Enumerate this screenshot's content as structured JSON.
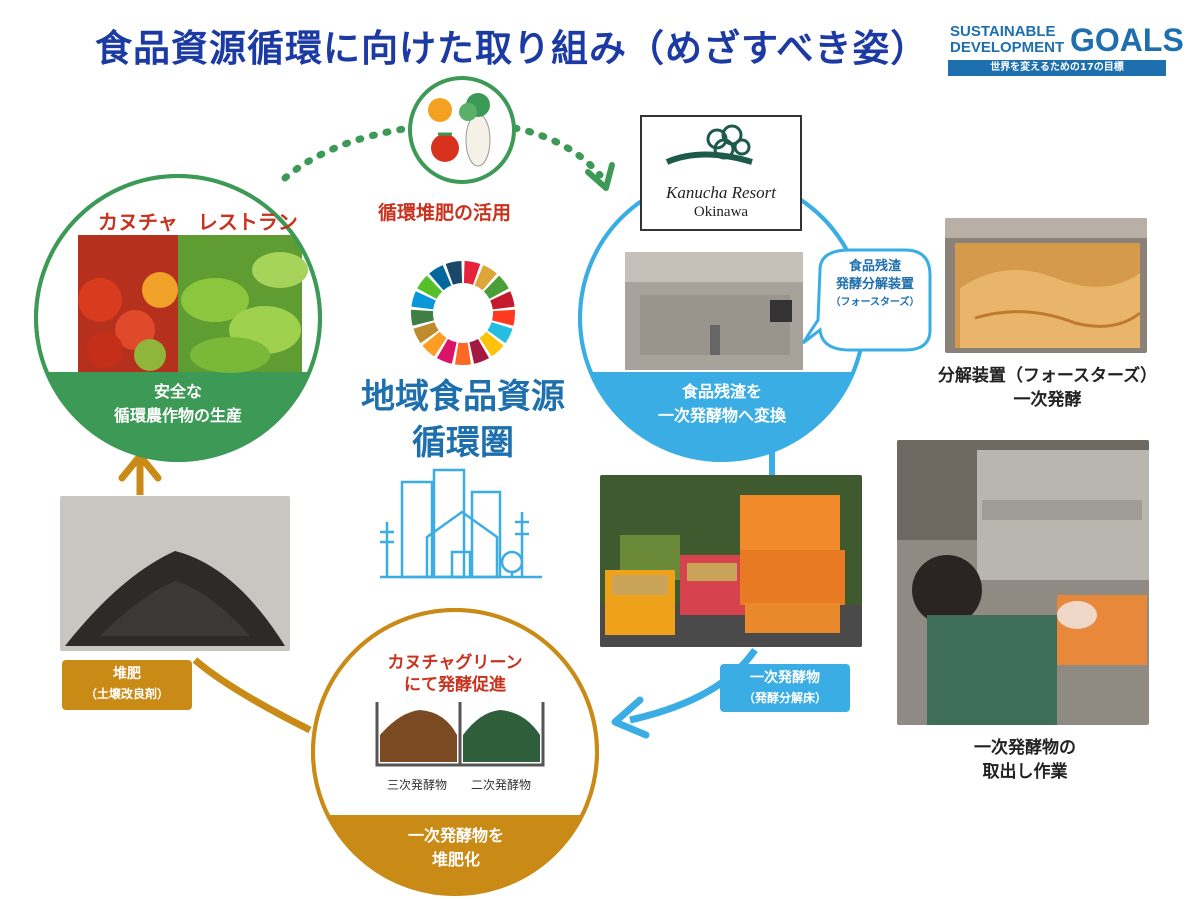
{
  "title": "食品資源循環に向けた取り組み（めざすべき姿）",
  "sdg_logo": {
    "line1": "SUSTAINABLE",
    "line2": "DEVELOPMENT",
    "goals": "GOALS",
    "tagline": "世界を変えるための17の目標"
  },
  "center": {
    "line1": "地域食品資源",
    "line2": "循環圏"
  },
  "compost_use_label": "循環堆肥の活用",
  "restaurant": {
    "label": "カヌチャ　レストラン",
    "band_line1": "安全な",
    "band_line2": "循環農作物の生産"
  },
  "resort": {
    "logo_name": "Kanucha Resort",
    "logo_place": "Okinawa",
    "band_line1": "食品残渣を",
    "band_line2": "一次発酵物へ変換",
    "bubble_line1": "食品残渣",
    "bubble_line2": "発酵分解装置",
    "bubble_line3": "（フォースターズ）"
  },
  "green": {
    "label_line1": "カヌチャグリーン",
    "label_line2": "にて発酵促進",
    "bin_third": "三次発酵物",
    "bin_second": "二次発酵物",
    "band_line1": "一次発酵物を",
    "band_line2": "堆肥化"
  },
  "compost_tag": {
    "line1": "堆肥",
    "line2": "（土壌改良剤）"
  },
  "primary_tag": {
    "line1": "一次発酵物",
    "line2": "（発酵分解床）"
  },
  "device_caption": {
    "line1": "分解装置（フォースターズ）",
    "line2": "一次発酵"
  },
  "work_caption": {
    "line1": "一次発酵物の",
    "line2": "取出し作業"
  },
  "colors": {
    "title_blue": "#1c3aa3",
    "green": "#3d9a56",
    "light_blue": "#3aaee4",
    "orange": "#c98a16",
    "red_label": "#c8321e"
  }
}
